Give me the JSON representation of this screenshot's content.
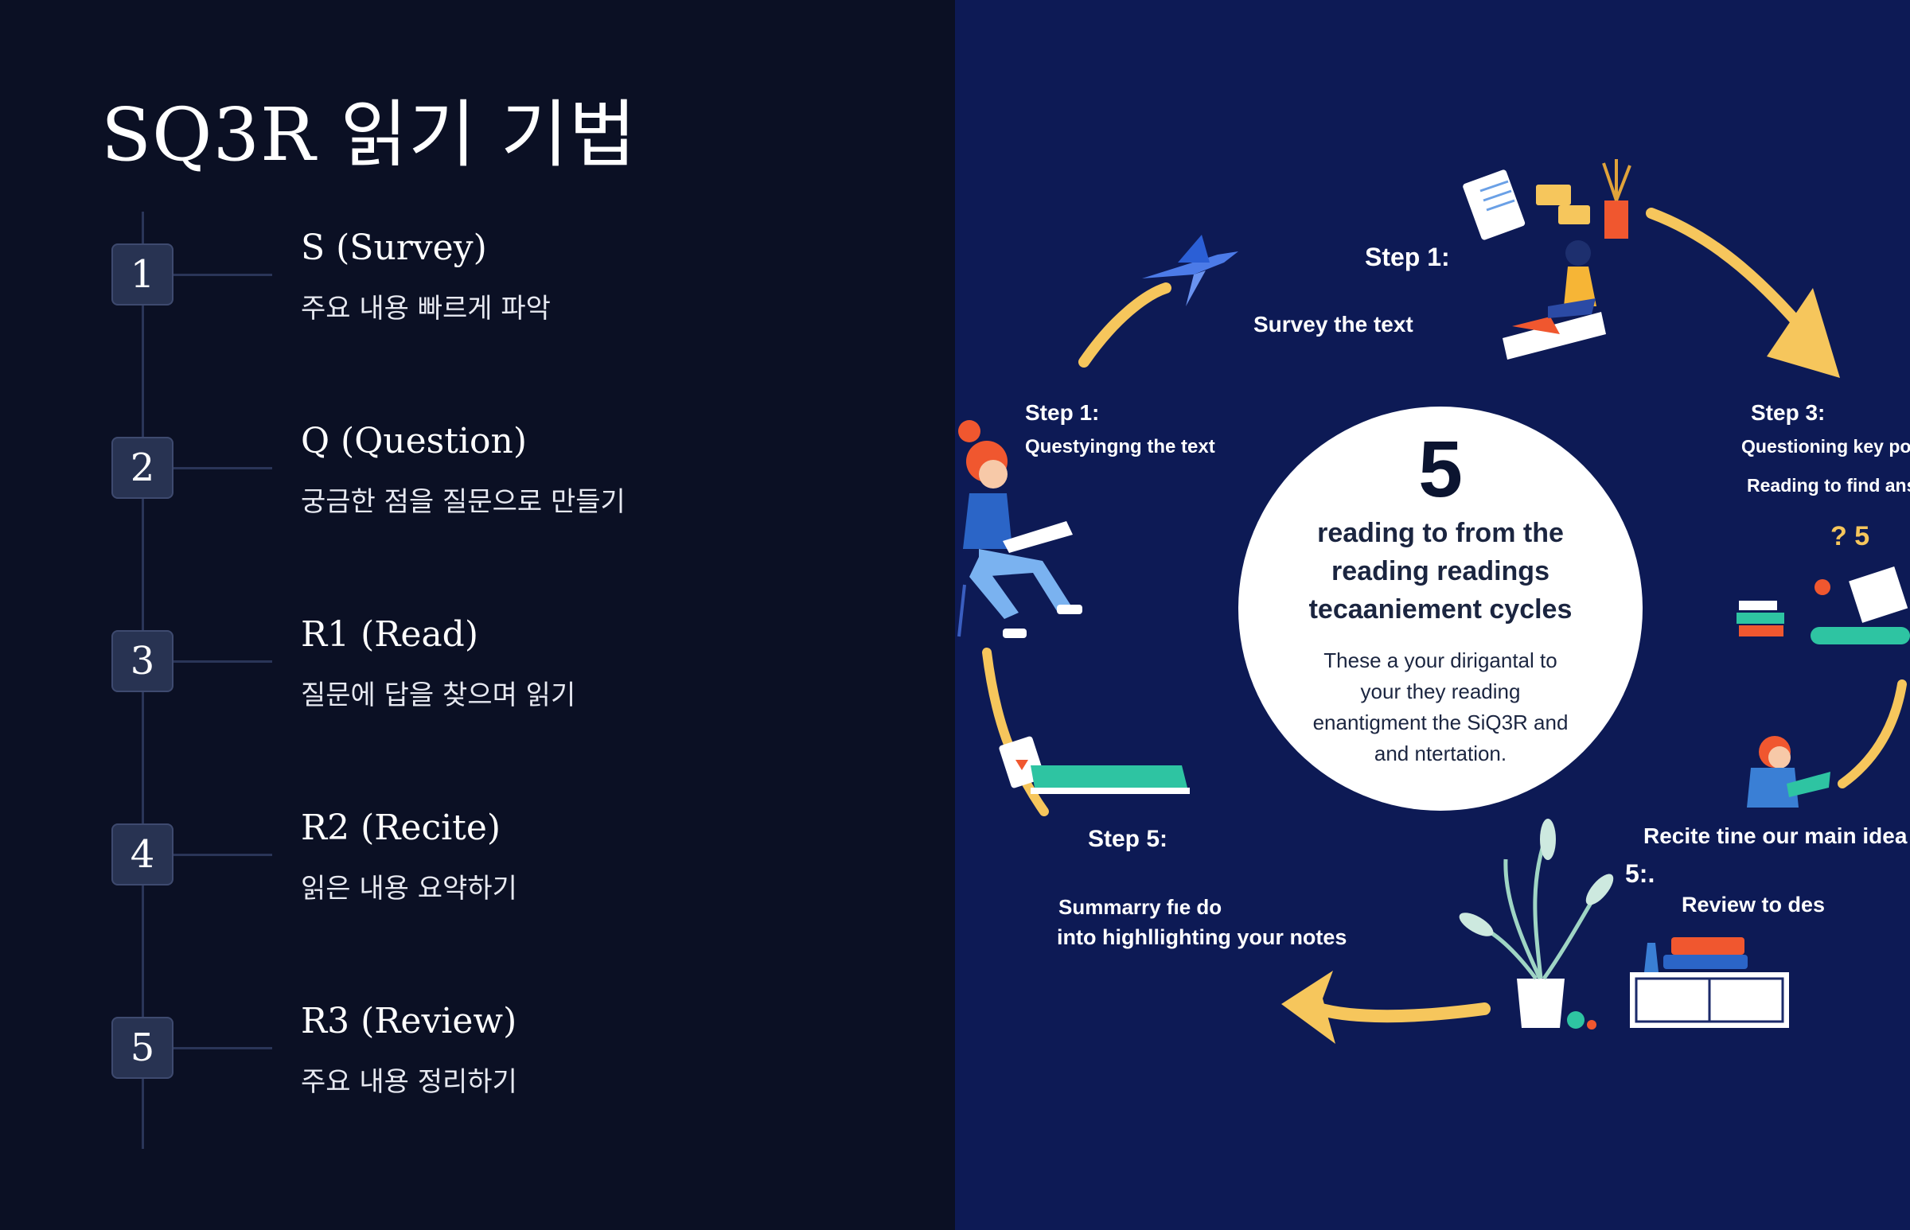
{
  "title": "SQ3R 읽기 기법",
  "steps": [
    {
      "number": "1",
      "title": "S (Survey)",
      "desc": "주요 내용 빠르게 파악"
    },
    {
      "number": "2",
      "title": "Q (Question)",
      "desc": "궁금한 점을 질문으로 만들기"
    },
    {
      "number": "3",
      "title": "R1 (Read)",
      "desc": "질문에 답을 찾으며 읽기"
    },
    {
      "number": "4",
      "title": "R2 (Recite)",
      "desc": "읽은 내용 요약하기"
    },
    {
      "number": "5",
      "title": "R3 (Review)",
      "desc": "주요 내용 정리하기"
    }
  ],
  "illustration": {
    "center": {
      "number": "5",
      "heading": [
        "reading to from the",
        "reading readings",
        "tecaaniement cycles"
      ],
      "body": [
        "These a your dirigantal to",
        "your they reading",
        "enantigment the SiQ3R and",
        "and ntertation."
      ]
    },
    "top_step_label": "Step 1:",
    "top_step_caption": "Survey the text",
    "left_step_label": "Step 1:",
    "left_step_caption": "Questyingng the text",
    "right_step_label": "Step 3:",
    "right_step_caption1": "Questioning key po",
    "right_step_caption2": "Reading to find ans",
    "right_marks": "? 5",
    "recite_caption": "Recite tine our main idea",
    "review_label": "5:.",
    "review_caption": "Review to des",
    "bottom_step_label": "Step 5:",
    "bottom_caption1": "Summarry fıe do",
    "bottom_caption2": "into highllighting your notes",
    "arrow_color": "#f6c65c",
    "background_color": "#0d1a55"
  }
}
